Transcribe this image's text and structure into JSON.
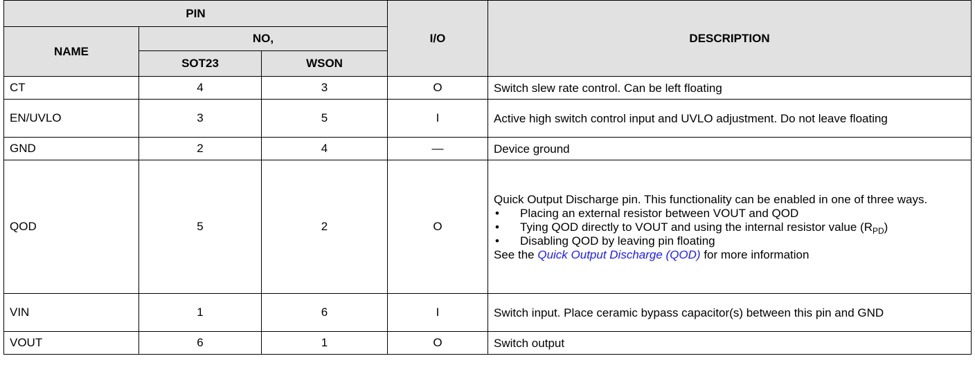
{
  "header": {
    "pin": "PIN",
    "name": "NAME",
    "no": "NO,",
    "sot23": "SOT23",
    "wson": "WSON",
    "io": "I/O",
    "description": "DESCRIPTION"
  },
  "rows": [
    {
      "name": "CT",
      "sot23": "4",
      "wson": "3",
      "io": "O",
      "desc": "Switch slew rate control. Can be left floating"
    },
    {
      "name": "EN/UVLO",
      "sot23": "3",
      "wson": "5",
      "io": "I",
      "desc": "Active high switch control input and UVLO adjustment. Do not leave floating"
    },
    {
      "name": "GND",
      "sot23": "2",
      "wson": "4",
      "io": "—",
      "desc": "Device ground"
    },
    {
      "name": "QOD",
      "sot23": "5",
      "wson": "2",
      "io": "O",
      "desc_intro": "Quick Output Discharge pin. This functionality can be enabled in one of three ways.",
      "bullet_char": "•",
      "bullet1": "Placing an external resistor between VOUT and QOD",
      "bullet2_pre": "Tying QOD directly to VOUT and using the internal resistor value (R",
      "bullet2_sub": "PD",
      "bullet2_post": ")",
      "bullet3": "Disabling QOD by leaving pin floating",
      "see_pre": "See the ",
      "see_link": "Quick Output Discharge (QOD)",
      "see_post": " for more information"
    },
    {
      "name": "VIN",
      "sot23": "1",
      "wson": "6",
      "io": "I",
      "desc": "Switch input. Place ceramic bypass capacitor(s) between this pin and GND"
    },
    {
      "name": "VOUT",
      "sot23": "6",
      "wson": "1",
      "io": "O",
      "desc": "Switch output"
    }
  ]
}
